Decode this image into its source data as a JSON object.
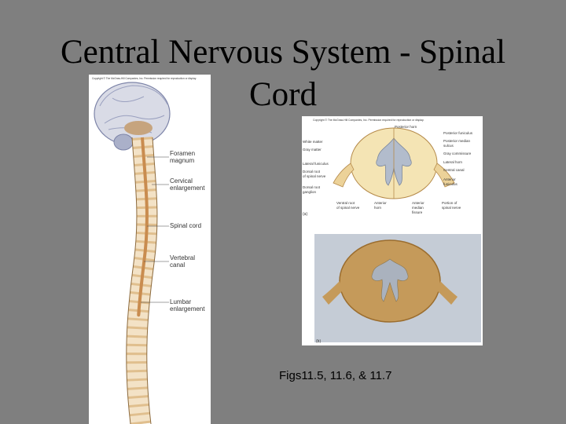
{
  "slide": {
    "title": "Central Nervous System - Spinal Cord",
    "caption": "Figs11.5, 11.6, & 11.7"
  },
  "figure_left": {
    "copyright": "Copyright © The McGraw-Hill Companies, Inc. Permission required for reproduction or display.",
    "labels": {
      "foramen_line1": "Foramen",
      "foramen_line2": "magnum",
      "cervical_line1": "Cervical",
      "cervical_line2": "enlargement",
      "spinal_cord": "Spinal cord",
      "vertebral_line1": "Vertebral",
      "vertebral_line2": "canal",
      "lumbar_line1": "Lumbar",
      "lumbar_line2": "enlargement"
    }
  },
  "figure_right": {
    "copyright": "Copyright © The McGraw-Hill Companies, Inc. Permission required for reproduction or display.",
    "labels_left": {
      "white_matter": "White matter",
      "gray_matter": "Gray matter",
      "lateral_funiculus": "Lateral funiculus",
      "dorsal_root_line1": "Dorsal root",
      "dorsal_root_line2": "of spinal nerve",
      "dorsal_ganglion_line1": "Dorsal root",
      "dorsal_ganglion_line2": "ganglion"
    },
    "labels_right": {
      "posterior_funiculus": "Posterior funiculus",
      "posterior_sulcus_line1": "Posterior median",
      "posterior_sulcus_line2": "sulcus",
      "gray_commissure": "Gray commissure",
      "lateral_horn": "Lateral horn",
      "central_canal": "Central canal",
      "anterior_funiculus_line1": "Anterior",
      "anterior_funiculus_line2": "funiculus"
    },
    "labels_bottom": {
      "posterior_horn": "Posterior horn",
      "ventral_root_line1": "Ventral root",
      "ventral_root_line2": "of spinal nerve",
      "anterior_horn_line1": "Anterior",
      "anterior_horn_line2": "horn",
      "anterior_fissure_line1": "Anterior",
      "anterior_fissure_line2": "median",
      "anterior_fissure_line3": "fissure",
      "portion_line1": "Portion of",
      "portion_line2": "spinal nerve"
    },
    "panel_a": "(a)",
    "panel_b": "(b)"
  }
}
